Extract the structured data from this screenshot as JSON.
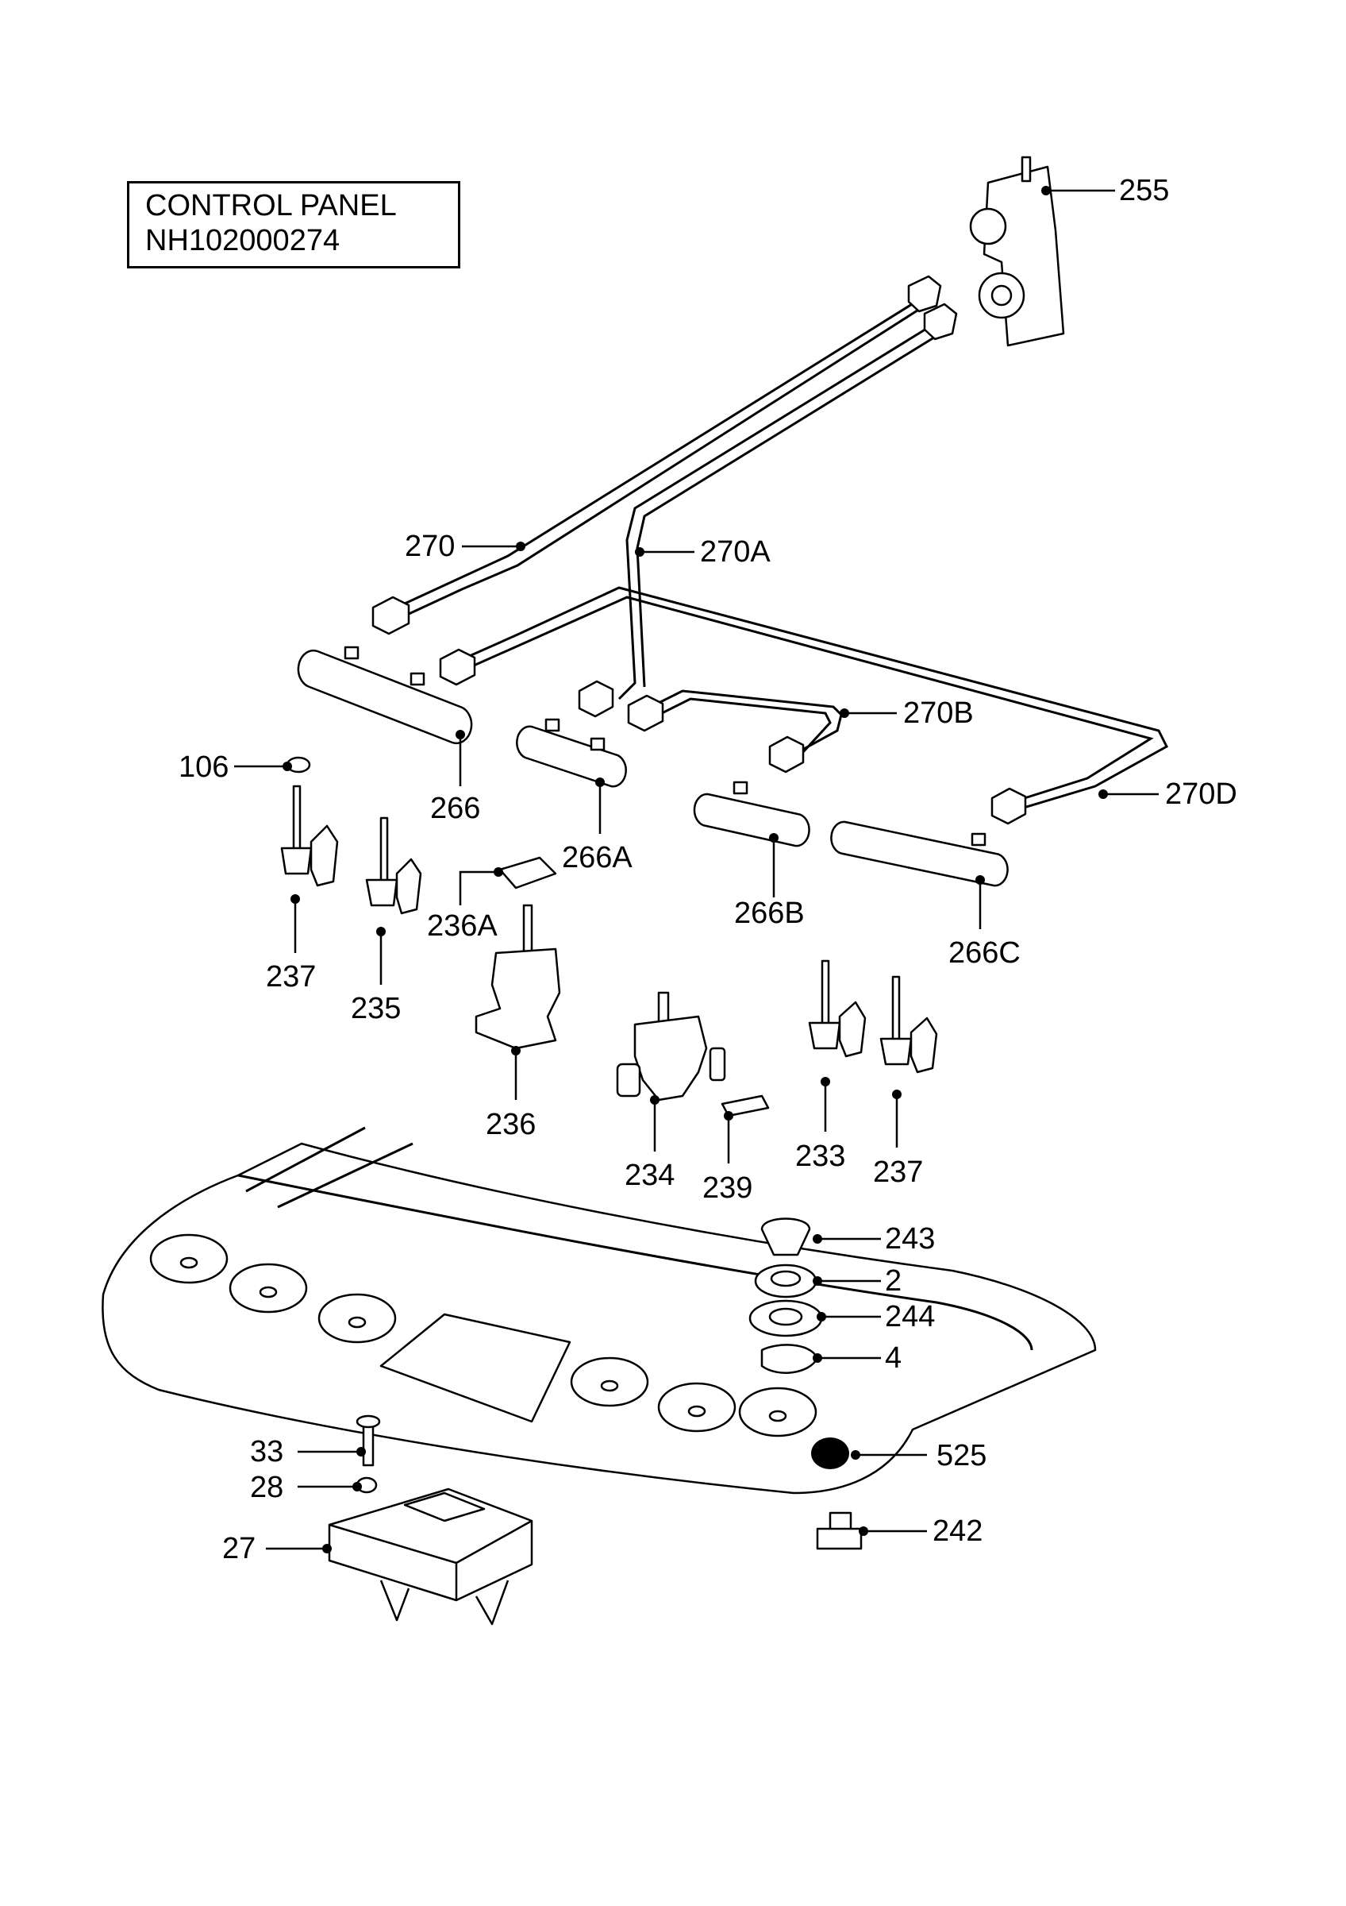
{
  "title": {
    "line1": "CONTROL PANEL",
    "line2": "NH102000274"
  },
  "callouts": [
    {
      "id": "255",
      "text": "255"
    },
    {
      "id": "270",
      "text": "270"
    },
    {
      "id": "270A",
      "text": "270A"
    },
    {
      "id": "270B",
      "text": "270B"
    },
    {
      "id": "270D",
      "text": "270D"
    },
    {
      "id": "266",
      "text": "266"
    },
    {
      "id": "266A",
      "text": "266A"
    },
    {
      "id": "266B",
      "text": "266B"
    },
    {
      "id": "266C",
      "text": "266C"
    },
    {
      "id": "106",
      "text": "106"
    },
    {
      "id": "237a",
      "text": "237"
    },
    {
      "id": "235",
      "text": "235"
    },
    {
      "id": "236A",
      "text": "236A"
    },
    {
      "id": "236",
      "text": "236"
    },
    {
      "id": "234",
      "text": "234"
    },
    {
      "id": "239",
      "text": "239"
    },
    {
      "id": "233",
      "text": "233"
    },
    {
      "id": "237b",
      "text": "237"
    },
    {
      "id": "243",
      "text": "243"
    },
    {
      "id": "2",
      "text": "2"
    },
    {
      "id": "244",
      "text": "244"
    },
    {
      "id": "4",
      "text": "4"
    },
    {
      "id": "525",
      "text": "525"
    },
    {
      "id": "242",
      "text": "242"
    },
    {
      "id": "33",
      "text": "33"
    },
    {
      "id": "28",
      "text": "28"
    },
    {
      "id": "27",
      "text": "27"
    }
  ]
}
